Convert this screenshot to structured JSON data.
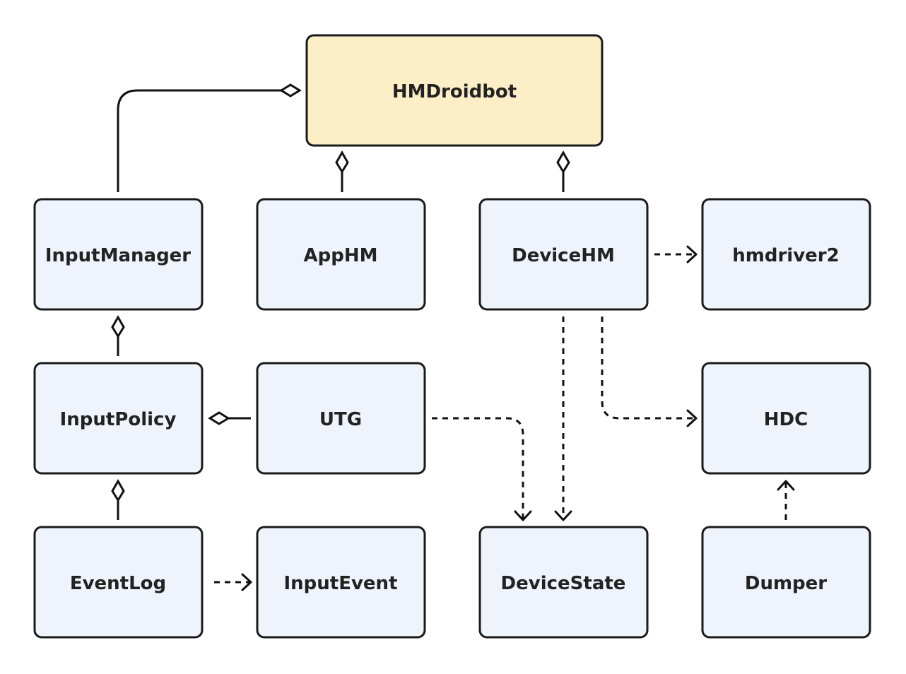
{
  "nodes": {
    "hmdroidbot": "HMDroidbot",
    "input_manager": "InputManager",
    "app_hm": "AppHM",
    "device_hm": "DeviceHM",
    "hmdriver2": "hmdriver2",
    "input_policy": "InputPolicy",
    "utg": "UTG",
    "hdc": "HDC",
    "event_log": "EventLog",
    "input_event": "InputEvent",
    "device_state": "DeviceState",
    "dumper": "Dumper"
  },
  "colors": {
    "root_fill": "#fcefc8",
    "node_fill": "#eef3fc",
    "stroke": "#1a1a1a"
  }
}
